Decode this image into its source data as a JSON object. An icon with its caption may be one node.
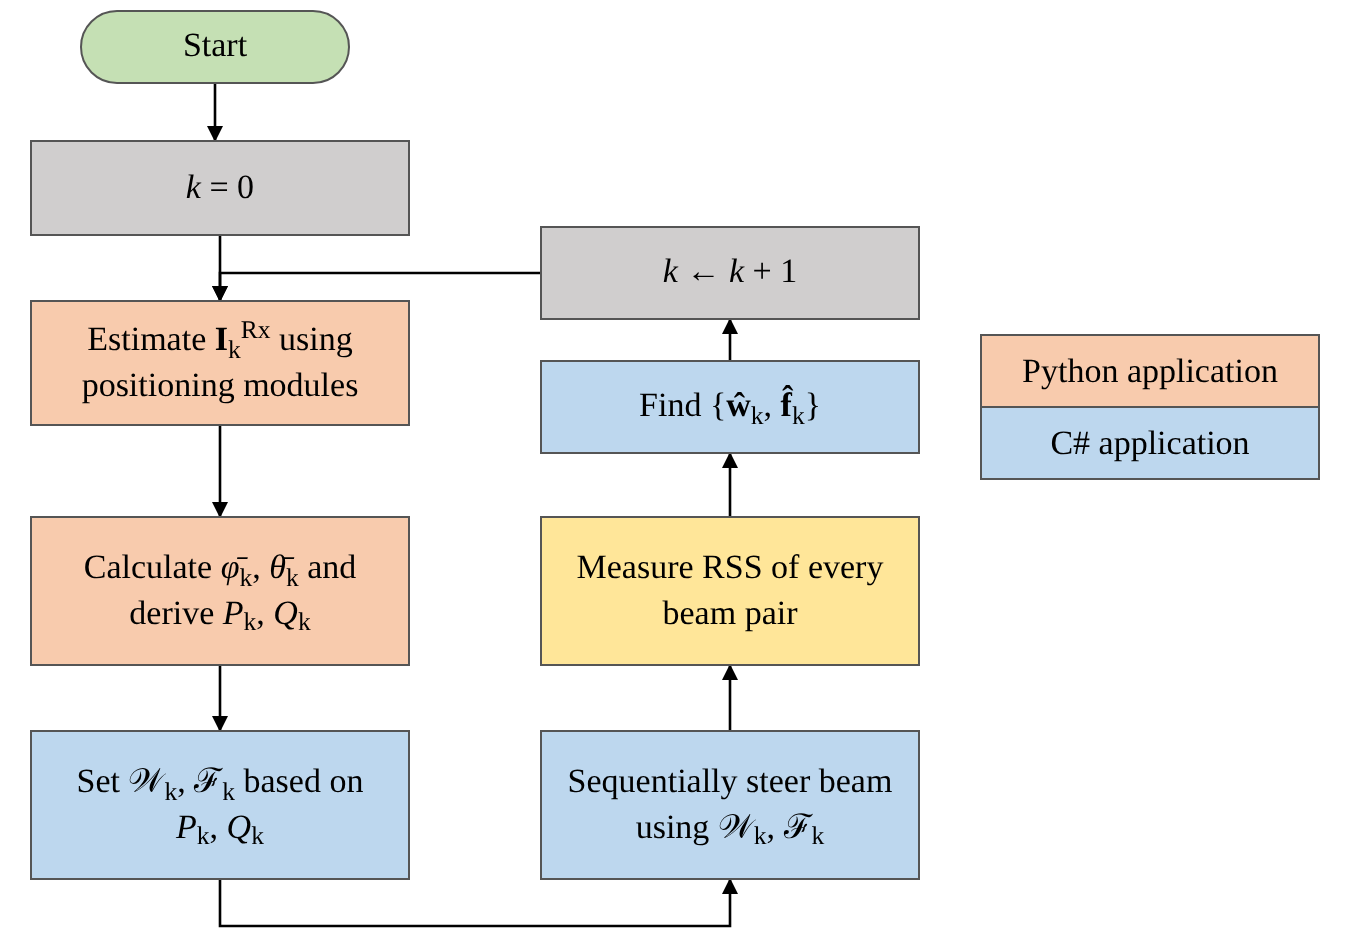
{
  "diagram": {
    "nodes": [
      {
        "text": [
          "Start"
        ]
      },
      {
        "text": [
          "*k* = 0"
        ]
      },
      {
        "text": [
          "Estimate **I**$_{k}$$^{Rx}$ using positioning modules"
        ]
      },
      {
        "text": [
          "Calculate *φ̄*$_{k}$, *θ̄*$_{k}$ and derive *P*$_{k}$, *Q*$_{k}$"
        ]
      },
      {
        "text": [
          "Set 𝒲$_{k}$, ℱ$_{k}$ based on *P*$_{k}$, *Q*$_{k}$"
        ]
      },
      {
        "text": [
          "Sequentially steer beam using 𝒲$_{k}$, ℱ$_{k}$"
        ]
      },
      {
        "text": [
          "Measure RSS of every beam pair"
        ]
      },
      {
        "text": [
          "Find {**ŵ**$_{k}$, **f̂**$_{k}$}"
        ]
      },
      {
        "text": [
          "*k* ← *k* + 1"
        ]
      }
    ],
    "edges": [
      {
        "from": 0,
        "to": 1,
        "arrow": "to"
      },
      {
        "from": 1,
        "to": 2,
        "arrow": "to"
      },
      {
        "from": 2,
        "to": 3,
        "arrow": "to"
      },
      {
        "from": 3,
        "to": 4,
        "arrow": "to"
      },
      {
        "from": 4,
        "to": 5,
        "arrow": "to"
      },
      {
        "from": 5,
        "to": 6,
        "arrow": "to"
      },
      {
        "from": 6,
        "to": 7,
        "arrow": "to"
      },
      {
        "from": 7,
        "to": 8,
        "arrow": "to"
      },
      {
        "from": 8,
        "to": 2,
        "arrow": "to"
      }
    ],
    "legend": [
      {
        "text": "Python application",
        "color": "#f8cbad"
      },
      {
        "text": "C# application",
        "color": "#bdd7ee"
      }
    ]
  }
}
